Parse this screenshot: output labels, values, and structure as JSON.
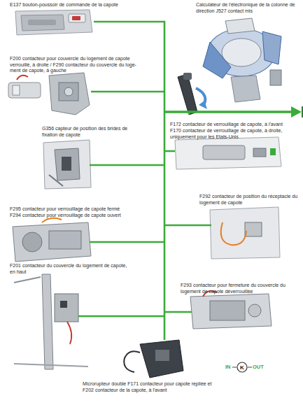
{
  "diagram": {
    "nodes": [
      {
        "text": [
          "K"
        ]
      }
    ],
    "labels": [
      "E137 bouton-poussoir de commande de la capote",
      "Calculateur de l'électronique de la colonne de direction J527 contact mis",
      "F200 contacteur pour couvercle du logement de capote verrouillé, à droite / F290 contacteur du couvercle du loge- ment de capote, à gauche",
      "G356 capteur de position des brides de fixation de capote",
      "F172 contacteur de verrouillage de capote, à l'avant",
      "F170 contacteur de verrouillage de capote, à droite, uniquement pour les Etats-Unis",
      "F295 contacteur pour verrouillage de capote fermé",
      "F294 contacteur pour verrouillage de capote ouvert",
      "F292 contacteur de position du réceptacle du logement de capote",
      "F201 contacteur du couvercle du logement de capote, en haut",
      "F293 contacteur pour fermeture du couvercle du logement de capote déverrouillée",
      "Microrupteur double F171 contacteur pour capote repliée et F202 contacteur de la capote, à l'avant",
      "IN",
      "OUT"
    ]
  }
}
